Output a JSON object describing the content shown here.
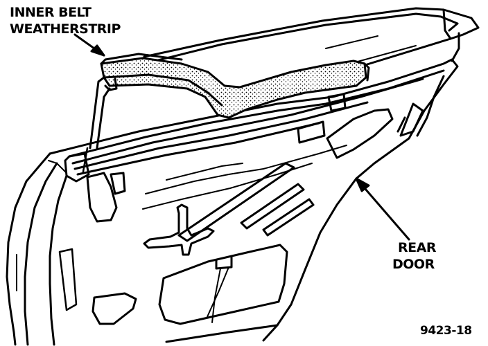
{
  "labels": {
    "inner_belt_line1": "INNER BELT",
    "inner_belt_line2": "WEATHERSTRIP",
    "rear_door_line1": "REAR",
    "rear_door_line2": "DOOR",
    "figure_number": "9423-18"
  },
  "colors": {
    "ink": "#000000",
    "paper": "#ffffff"
  }
}
